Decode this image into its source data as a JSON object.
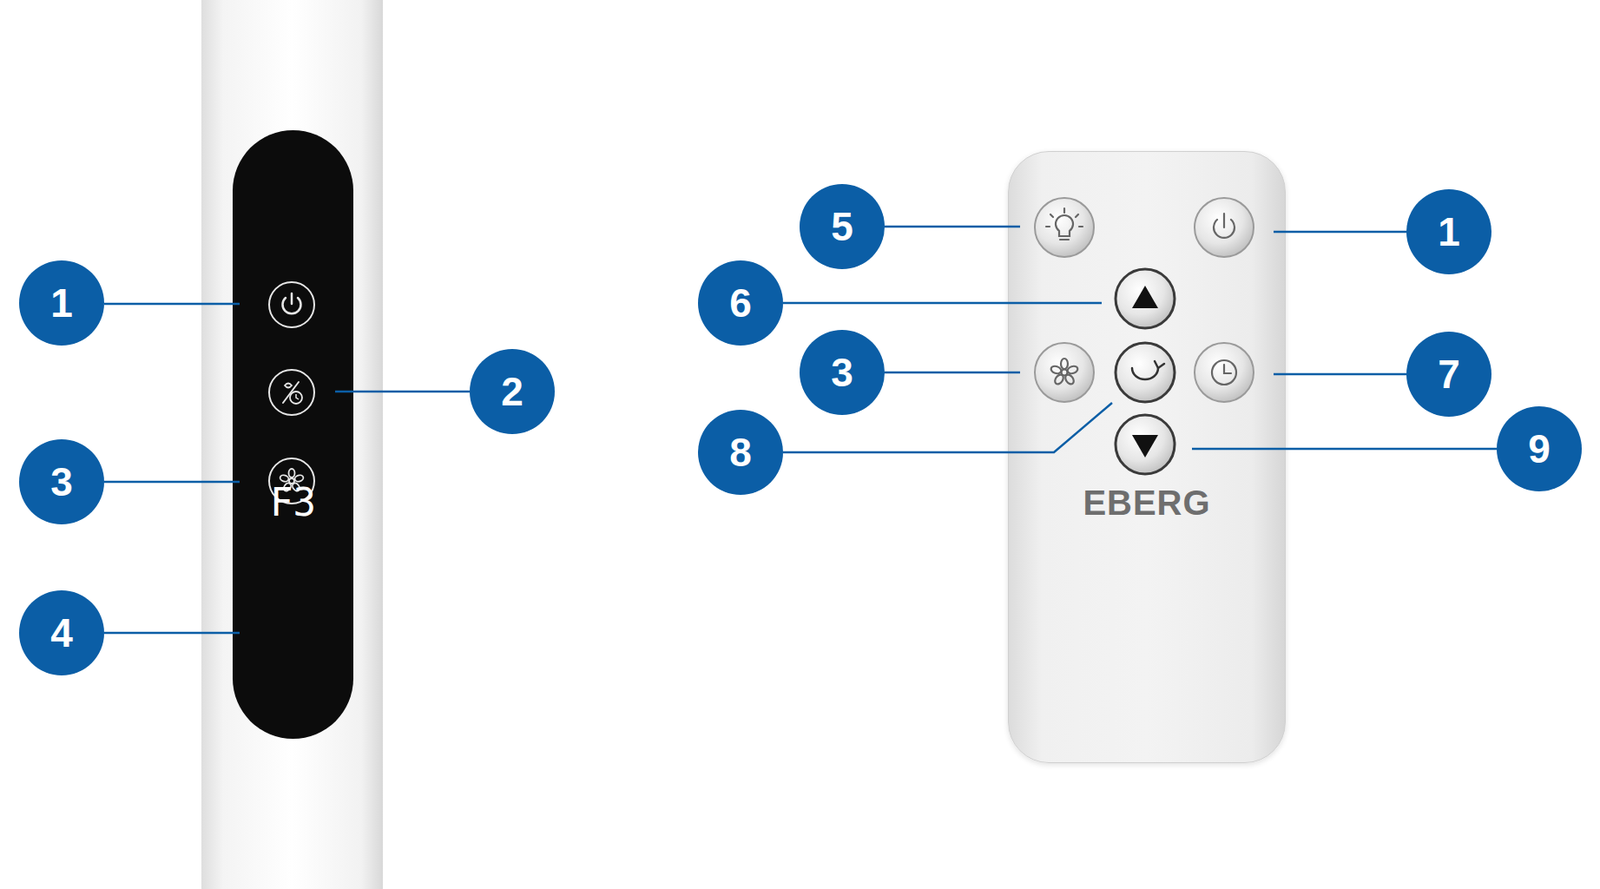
{
  "diagram": {
    "nodes": [
      {
        "text": [
          "F3"
        ]
      },
      {
        "text": [
          "EBERG"
        ]
      }
    ],
    "labels": [
      "1",
      "2",
      "3",
      "4",
      "5",
      "1",
      "6",
      "3",
      "7",
      "8",
      "9"
    ]
  }
}
